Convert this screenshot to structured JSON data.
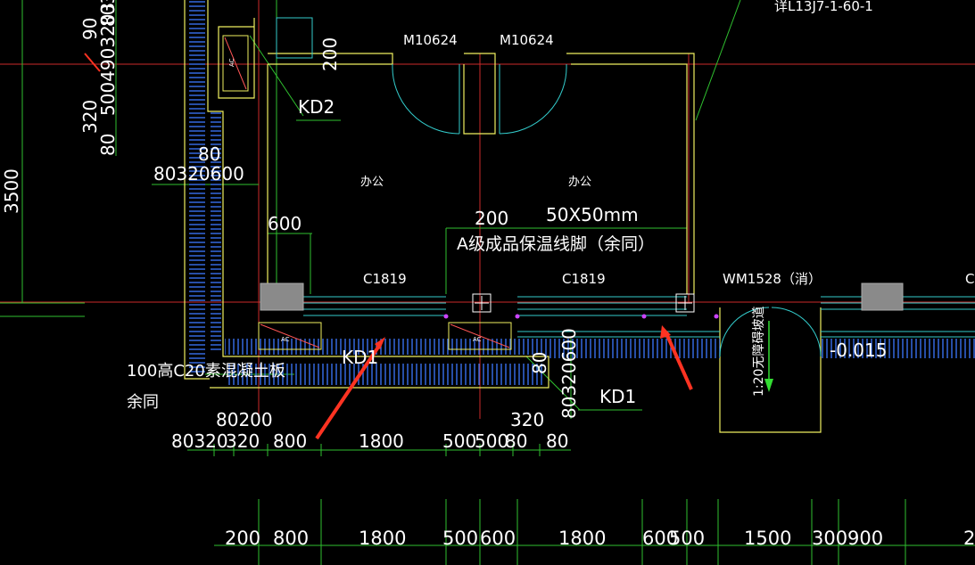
{
  "colors": {
    "background": "#000000",
    "wall": "#ffff66",
    "hatch": "#3c78ff",
    "window": "#33dddd",
    "door": "#33dddd",
    "dimension": "#33dd33",
    "axis": "#dd3333",
    "text": "#ffffff",
    "arrow": "#ff3322",
    "node": "#cc44ff",
    "column": "#999999"
  },
  "labels": {
    "door_left": "M10624",
    "door_right": "M10624",
    "room_left": "办公",
    "room_right": "办公",
    "window_left": "C1819",
    "window_right": "C1819",
    "window_far_right_partial": "C",
    "door_fire": "WM1528（消）",
    "kd_top": "KD2",
    "kd_bottom_left": "KD1",
    "kd_bottom_right": "KD1",
    "baseboard_size": "50X50mm",
    "baseboard_note": "A级成品保温线脚（余同）",
    "slab_note": "100高C20素混凝土板",
    "slab_note_tail": "余同",
    "ramp_note": "1:20无障碍坡道",
    "level": "-0.015",
    "ref_top_right": "详L13J7-1-60-1",
    "ac_left": "AC",
    "ac_right": "AC",
    "ac_top": "AC"
  },
  "dims": {
    "vertical_left": "3500",
    "vert_stack_a": "90",
    "vert_stack_b": "5004903203",
    "vert_stack_c": "8032",
    "vert_stack_d": "320",
    "vert_stack_e": "80",
    "top_200": "200",
    "inner_80": "80",
    "inner_stack": "80320600",
    "dim_600": "600",
    "dim_200_mid": "200",
    "right_vert": "80320600",
    "right_vert_80": "80",
    "row1_a": "80200",
    "row1_b": "320",
    "row2": [
      "80320",
      "320",
      "800",
      "1800",
      "500",
      "500",
      "80",
      "80"
    ],
    "row3": [
      "200",
      "800",
      "1800",
      "500",
      "600",
      "1800",
      "600",
      "500",
      "1500",
      "300",
      "900",
      "2"
    ]
  }
}
